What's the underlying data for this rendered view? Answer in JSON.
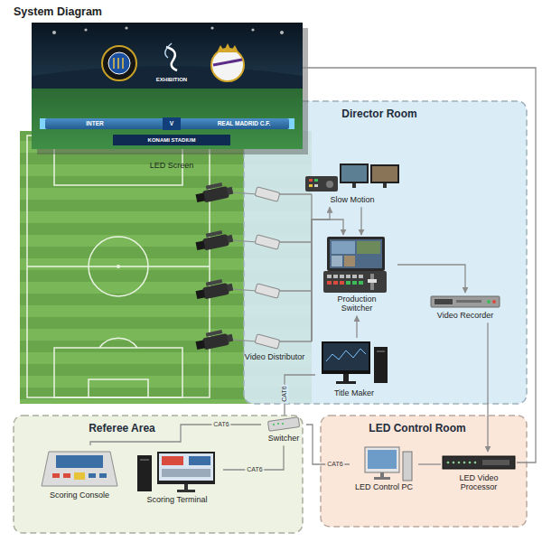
{
  "diagram": {
    "title": "System Diagram",
    "nodes": [
      {
        "text": [
          "EXHIBITION",
          "INTER",
          "V",
          "REAL MADRID C.F.",
          "KONAMI STADIUM",
          "LED Screen"
        ]
      },
      {
        "text": [
          "Director Room"
        ]
      },
      {
        "text": [
          "Slow Motion"
        ],
        "in": 1
      },
      {
        "text": [
          "Production Switcher"
        ],
        "in": 1
      },
      {
        "text": [
          "Video Recorder"
        ],
        "in": 1
      },
      {
        "text": [
          "Video Distributor"
        ],
        "in": 1
      },
      {
        "text": [
          "Title Maker"
        ],
        "in": 1
      },
      {
        "text": [
          "Referee Area"
        ]
      },
      {
        "text": [
          "Scoring Console"
        ],
        "in": 7
      },
      {
        "text": [
          "Scoring Terminal"
        ],
        "in": 7
      },
      {
        "text": [
          "Switcher"
        ]
      },
      {
        "text": [
          "LED Control Room"
        ]
      },
      {
        "text": [
          "LED Control PC"
        ],
        "in": 11
      },
      {
        "text": [
          "LED Video Processor"
        ],
        "in": 11
      }
    ],
    "edges": [
      {
        "from": 5,
        "to": 2,
        "arrow": "to"
      },
      {
        "from": 5,
        "to": 3,
        "arrow": "to"
      },
      {
        "from": 2,
        "to": 3,
        "arrow": "to"
      },
      {
        "from": 3,
        "to": 4,
        "arrow": "to"
      },
      {
        "from": 6,
        "to": 3,
        "arrow": "to"
      },
      {
        "from": 4,
        "to": 13,
        "arrow": "to"
      },
      {
        "from": 6,
        "to": 10,
        "label": "CAT6",
        "arrow": "none"
      },
      {
        "from": 10,
        "to": 8,
        "label": "CAT6",
        "arrow": "none"
      },
      {
        "from": 10,
        "to": 9,
        "label": "CAT6",
        "arrow": "none"
      },
      {
        "from": 10,
        "to": 12,
        "label": "CAT6",
        "arrow": "none"
      },
      {
        "from": 12,
        "to": 13,
        "arrow": "none"
      },
      {
        "from": 13,
        "to": 0,
        "arrow": "none"
      }
    ]
  }
}
